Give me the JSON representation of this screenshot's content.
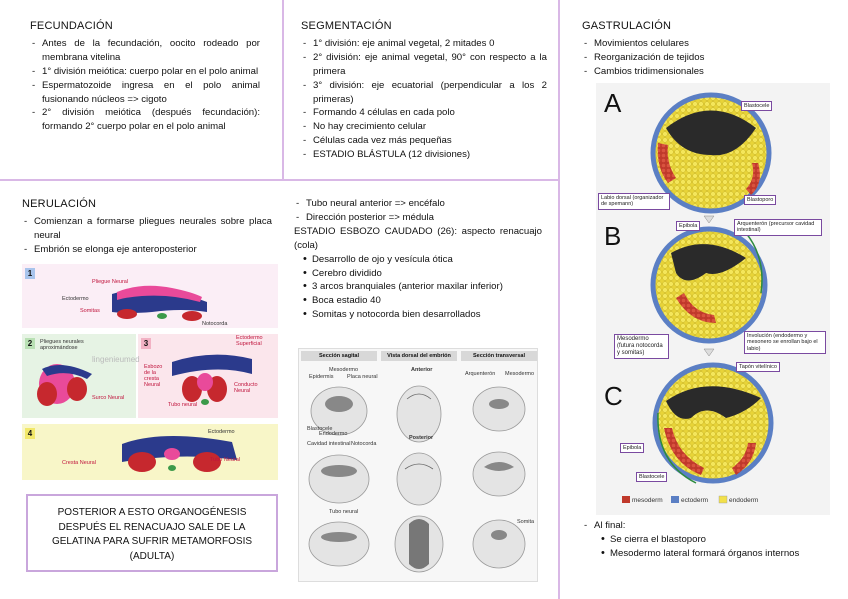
{
  "fecundacion": {
    "title": "FECUNDACIÓN",
    "items": [
      "Antes de la fecundación, oocito rodeado por membrana vitelina",
      "1° división meiótica: cuerpo polar en el polo animal",
      "Espermatozoide ingresa en el polo animal fusionando núcleos => cigoto",
      "2° división meiótica (después fecundación): formando 2° cuerpo polar en el polo animal"
    ]
  },
  "segmentacion": {
    "title": "SEGMENTACIÓN",
    "items": [
      "1° división: eje animal vegetal, 2 mitades 0",
      "2° división: eje animal vegetal, 90° con respecto a la primera",
      "3° división: eje ecuatorial (perpendicular a los 2 primeras)",
      "Formando 4 células en cada polo",
      "No hay crecimiento celular",
      "Células cada vez más pequeñas",
      "ESTADIO BLÁSTULA (12 divisiones)"
    ]
  },
  "gastrulacion": {
    "title": "GASTRULACIÓN",
    "items": [
      "Movimientos celulares",
      "Reorganización de tejidos",
      "Cambios tridimensionales"
    ],
    "final_title": "Al final:",
    "final_items": [
      "Se cierra el blastoporo",
      "Mesodermo lateral formará órganos internos"
    ],
    "figure": {
      "letters": [
        "A",
        "B",
        "C"
      ],
      "labels": {
        "blastocele": "Blastocele",
        "labio": "Labio dorsal (organizador de spemann)",
        "blastoporo": "Blastoporo",
        "epibola": "Epibola",
        "arquenteron": "Arquenterón (precursor cavidad intestinal)",
        "mesodermo": "Mesodermo (futura notocorda y somitas)",
        "involucion": "Involución (endodermo y mesonero se enrollan bajo el labio)",
        "tapon": "Tapón vitelínico",
        "epibola2": "Epibola",
        "blastocele2": "Blastocele"
      },
      "legend": [
        {
          "name": "mesoderm",
          "color": "#c0392b"
        },
        {
          "name": "ectoderm",
          "color": "#5b7fc4"
        },
        {
          "name": "endoderm",
          "color": "#f2e04a"
        }
      ]
    }
  },
  "neurulacion": {
    "title": "NERULACIÓN",
    "items": [
      "Comienzan a formarse pliegues neurales sobre placa neural",
      "Embrión se elonga eje anteroposterior"
    ],
    "figure": {
      "panels": [
        "1",
        "2",
        "3",
        "4"
      ],
      "labels": {
        "pliegue": "Pliegue Neural",
        "ectodermo": "Ectodermo",
        "somitas": "Somitas",
        "notocorda": "Notocorda",
        "pliegues_aprox": "Pliegues neurales aproximándose",
        "surco": "Surco Neural",
        "ecto_sup": "Ectodermo Superficial",
        "esbozo": "Esbozo de la cresta Neural",
        "conducto": "Conducto Neural",
        "tubo": "Tubo neural",
        "ectodermo4": "Ectodermo",
        "cresta": "Cresta Neural",
        "tubo4": "Tubo Neural",
        "watermark": "lingenieumed"
      }
    },
    "note": "POSTERIOR A ESTO ORGANOGÉNESIS DESPUÉS EL RENACUAJO SALE DE LA GELATINA PARA SUFRIR METAMORFOSIS (ADULTA)"
  },
  "middle": {
    "items": [
      "Tubo neural anterior => encéfalo",
      "Dirección posterior => médula"
    ],
    "estadio": "ESTADIO ESBOZO CAUDADO (26): aspecto renacuajo (cola)",
    "dot_items": [
      "Desarrollo de ojo y vesícula ótica",
      "Cerebro dividido",
      "3 arcos branquiales (anterior maxilar inferior)",
      "Boca estadio 40",
      "Somitas y notocorda bien desarrollados"
    ],
    "figure": {
      "headers": [
        "Sección sagital",
        "Vista dorsal del embrión",
        "Sección transversal"
      ],
      "labels": {
        "anterior": "Anterior",
        "posterior": "Posterior",
        "mesodermo": "Mesodermo",
        "placa": "Placa neural",
        "epidermis": "Epidermis",
        "blastocele": "Blastocele",
        "endodermo": "Endodermo",
        "cavidad": "Cavidad intestinal",
        "notocorda": "Notocorda",
        "tubo": "Tubo neural",
        "somita": "Somita",
        "arquenteron": "Arquenterón",
        "mesodermo2": "Mesodermo"
      }
    }
  }
}
